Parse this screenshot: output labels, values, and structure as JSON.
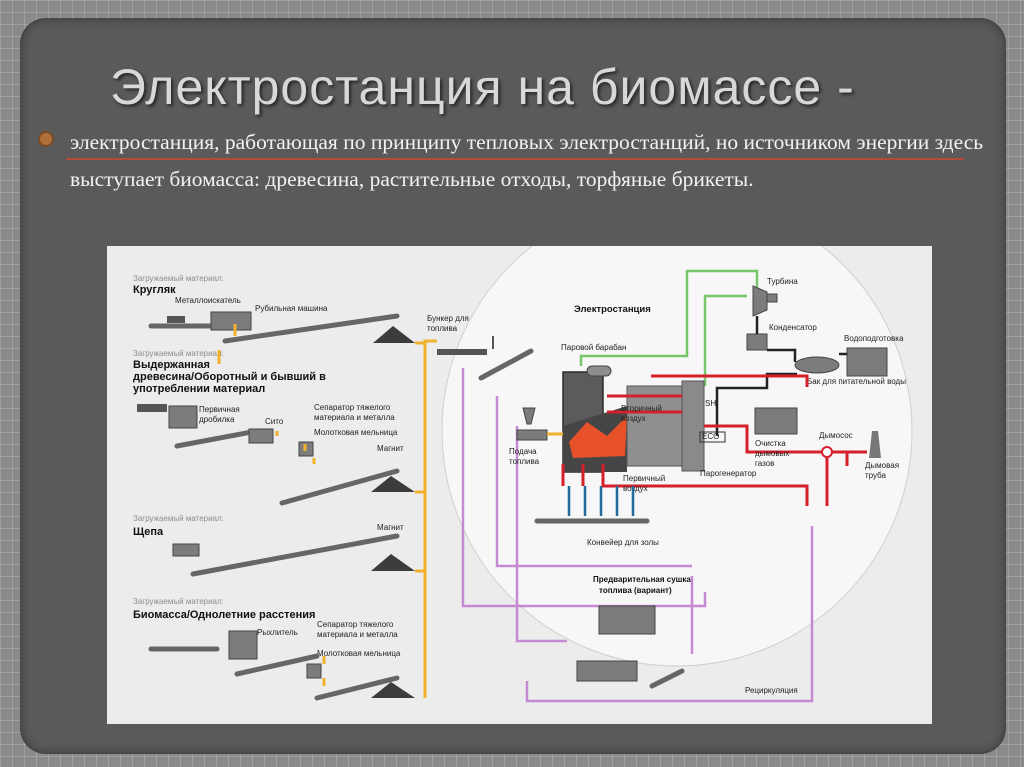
{
  "slide": {
    "title": "Электростанция на биомассе -",
    "description": "электростанция, работающая по принципу тепловых электростанций, но источником энергии здесь выступает биомасса: древесина, растительные отходы, торфяные брикеты."
  },
  "diagram": {
    "sections": [
      {
        "caption": "Загружаемый материал:",
        "name": "Кругляк"
      },
      {
        "caption": "Загружаемый материал:",
        "name_lines": [
          "Выдержанная",
          "древесина/Оборотный и бывший в",
          "употреблении материал"
        ]
      },
      {
        "caption": "Загружаемый материал:",
        "name": "Щепа"
      },
      {
        "caption": "Загружаемый материал:",
        "name": "Биомасса/Однолетние расстения"
      }
    ],
    "labels": {
      "metal_detector": "Металлоискатель",
      "chipper": "Рубильная машина",
      "bunker": [
        "Бункер для",
        "топлива"
      ],
      "primary_crusher": [
        "Первичная",
        "дробилка"
      ],
      "sieve": "Сито",
      "separator1": [
        "Сепаратор тяжелого",
        "материала и металла"
      ],
      "hammer_mill1": "Молотковая мельница",
      "magnet1": "Магнит",
      "magnet2": "Магнит",
      "ripper": "Рыхлитель",
      "separator2": [
        "Сепаратор тяжелого",
        "материала и металла"
      ],
      "hammer_mill2": "Молотковая мельница",
      "power_plant": "Электростанция",
      "steam_drum": "Паровой барабан",
      "turbine": "Турбина",
      "condenser": "Конденсатор",
      "water_treatment": "Водоподготовка",
      "feedwater_tank": "Бак для питательной воды",
      "secondary_air": [
        "Вторичный",
        "воздух"
      ],
      "primary_air": [
        "Первичный",
        "воздух"
      ],
      "sh": "SH",
      "eco": "ECO",
      "fuel_feed": [
        "Подача",
        "топлива"
      ],
      "steam_generator": "Парогенератор",
      "gas_cleaning": [
        "Очистка",
        "дымовых",
        "газов"
      ],
      "smoke_exhauster": "Дымосос",
      "chimney": [
        "Дымовая",
        "труба"
      ],
      "ash_conveyor": "Конвейер для золы",
      "pre_drying": [
        "Предварительная сушка",
        "топлива (вариант)"
      ],
      "recirculation": "Рециркуляция"
    },
    "line_colors": {
      "fuel": "#f0b22c",
      "recirculation": "#c58ad3",
      "flue_gas": "#d5202b",
      "steam": "#79c66a",
      "water": "#222222",
      "ash": "#1f6c9d"
    }
  }
}
